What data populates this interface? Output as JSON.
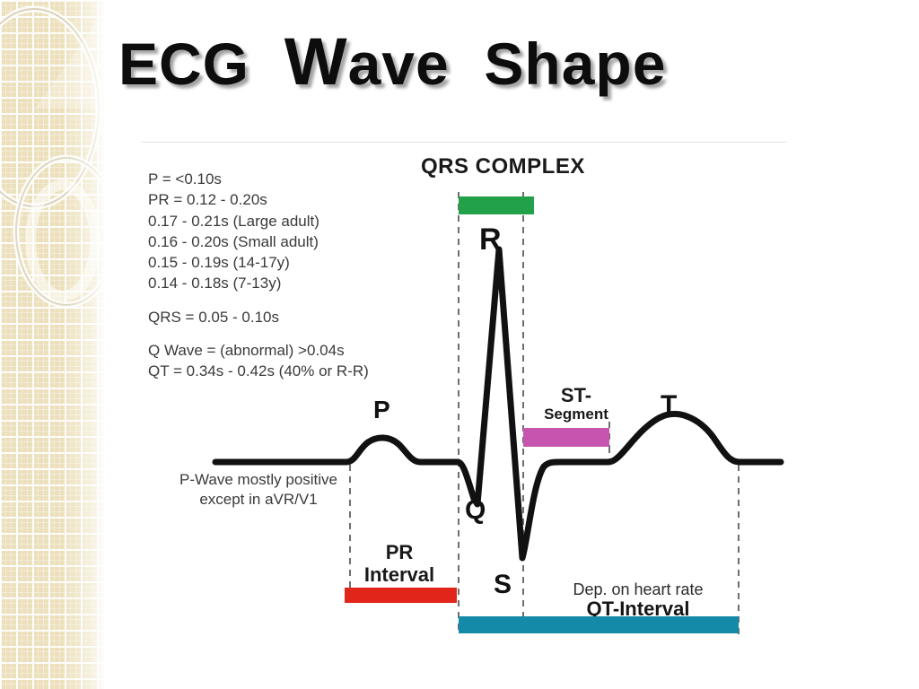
{
  "slide": {
    "title_part1": "ECG",
    "title_part2": "W",
    "title_part3": "ave",
    "title_part4": "Shape",
    "title_full": "ECG Wave Shape"
  },
  "colors": {
    "qrs_bar": "#22a04a",
    "st_bar": "#c655b0",
    "pr_bar": "#e1251b",
    "qt_bar": "#1489a8",
    "border_bg": "#ece0bc",
    "trace": "#111111"
  },
  "parameters": {
    "lines": [
      "P = <0.10s",
      "PR = 0.12 - 0.20s",
      "0.17 - 0.21s (Large adult)",
      "0.16 - 0.20s (Small adult)",
      "0.15 - 0.19s (14-17y)",
      "0.14 - 0.18s (7-13y)"
    ],
    "qrs_line": "QRS = 0.05 - 0.10s",
    "q_wave_line": "Q Wave = (abnormal) >0.04s",
    "qt_line": "QT = 0.34s - 0.42s (40% or R-R)"
  },
  "notes": {
    "pwave_line1": "P-Wave mostly positive",
    "pwave_line2": "except in aVR/V1"
  },
  "diagram": {
    "qrs_complex_label": "QRS COMPLEX",
    "wave_R": "R",
    "wave_Q": "Q",
    "wave_S": "S",
    "wave_P": "P",
    "wave_T": "T",
    "st_label_line1": "ST-",
    "st_label_line2": "Segment",
    "pr_label_line1": "PR",
    "pr_label_line2": "Interval",
    "qt_label_line1": "Dep. on heart rate",
    "qt_label_line2": "QT-Interval"
  },
  "chart_data": {
    "type": "line",
    "title": "ECG Wave Shape",
    "xlabel": "",
    "ylabel": "",
    "grid": false,
    "legend": "none",
    "description": "Idealized single-beat ECG trace showing P wave, QRS complex (Q, R, S), ST segment and T wave with interval marker bars.",
    "baseline_y": 363,
    "series": [
      {
        "name": "ECG trace",
        "points": [
          [
            82,
            363
          ],
          [
            228,
            363
          ],
          [
            240,
            357
          ],
          [
            252,
            344
          ],
          [
            268,
            338
          ],
          [
            284,
            344
          ],
          [
            296,
            357
          ],
          [
            308,
            363
          ],
          [
            352,
            363
          ],
          [
            358,
            369
          ],
          [
            364,
            382
          ],
          [
            368,
            398
          ],
          [
            372,
            408
          ],
          [
            378,
            392
          ],
          [
            382,
            360
          ],
          [
            386,
            300
          ],
          [
            392,
            180
          ],
          [
            396,
            128
          ],
          [
            400,
            150
          ],
          [
            406,
            250
          ],
          [
            412,
            350
          ],
          [
            416,
            412
          ],
          [
            420,
            452
          ],
          [
            424,
            468
          ],
          [
            430,
            440
          ],
          [
            436,
            396
          ],
          [
            442,
            372
          ],
          [
            452,
            364
          ],
          [
            470,
            363
          ],
          [
            520,
            363
          ],
          [
            530,
            354
          ],
          [
            546,
            330
          ],
          [
            566,
            316
          ],
          [
            590,
            312
          ],
          [
            612,
            318
          ],
          [
            634,
            334
          ],
          [
            652,
            354
          ],
          [
            662,
            363
          ],
          [
            712,
            363
          ]
        ]
      }
    ],
    "markers": [
      {
        "label": "QRS COMPLEX",
        "color": "#22a04a",
        "x_start": 353,
        "x_end": 437
      },
      {
        "label": "ST-Segment",
        "color": "#c655b0",
        "x_start": 425,
        "x_end": 521
      },
      {
        "label": "PR Interval",
        "color": "#e1251b",
        "x_start": 226,
        "x_end": 351
      },
      {
        "label": "QT-Interval",
        "color": "#1489a8",
        "x_start": 353,
        "x_end": 665
      }
    ],
    "dashed_guides_x": [
      232,
      353,
      425,
      521,
      665
    ]
  }
}
